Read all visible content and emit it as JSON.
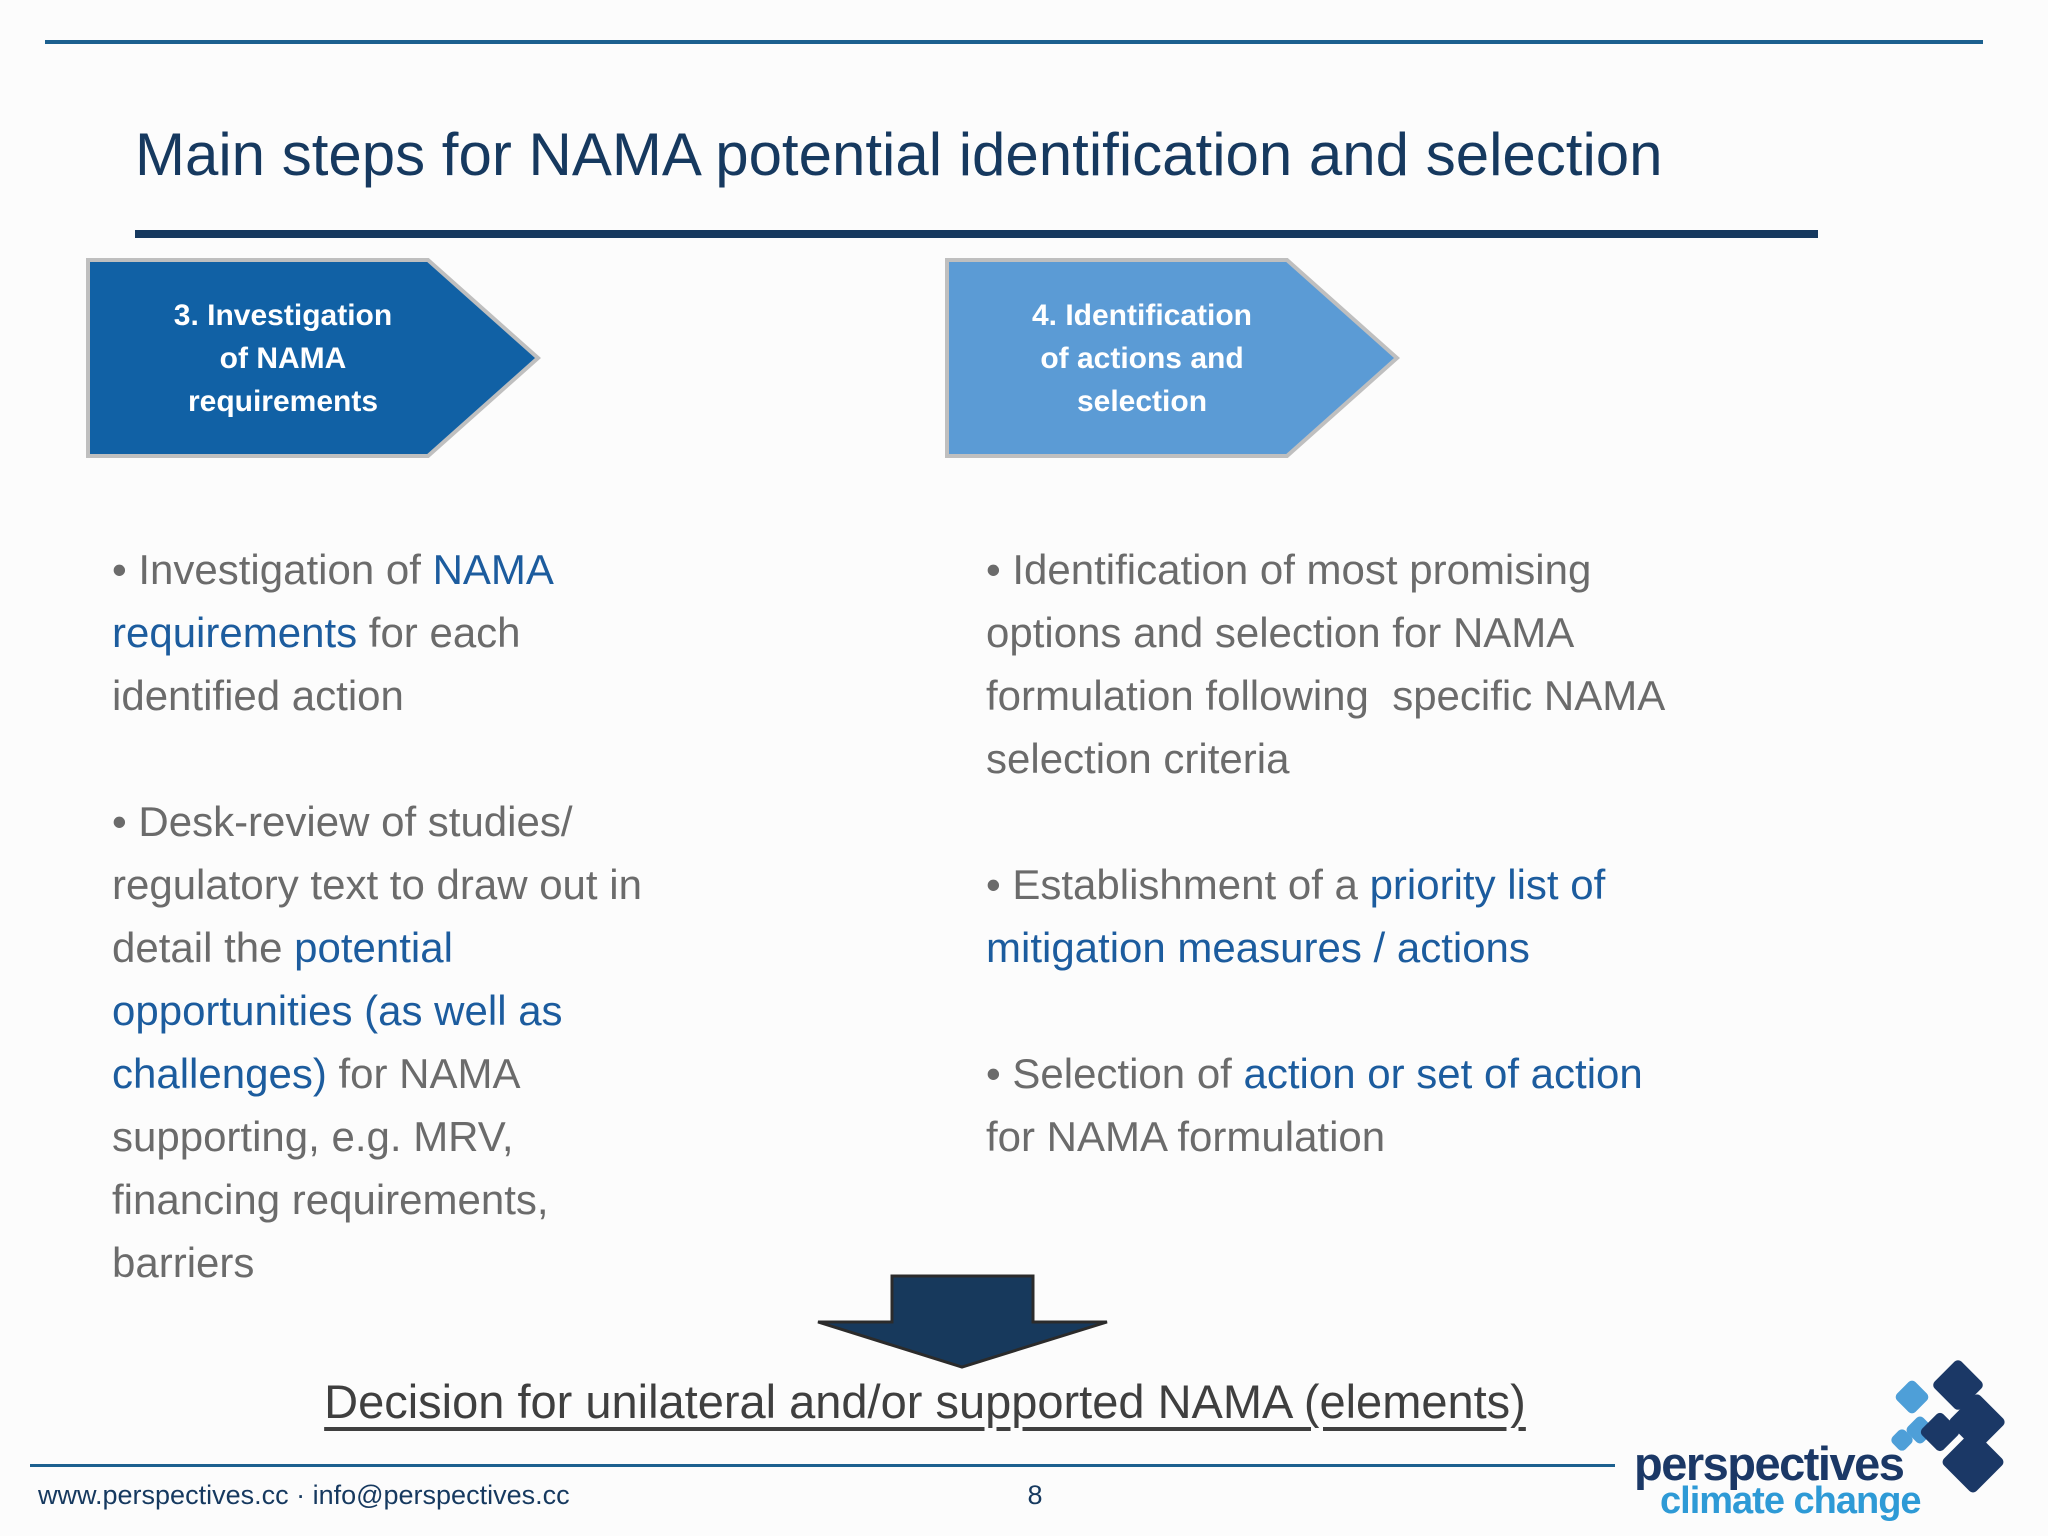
{
  "colors": {
    "navy": "#16395F",
    "rule_blue": "#1C608F",
    "arrow_step3_fill": "#1161A5",
    "arrow_step4_fill": "#5B9BD5",
    "arrow_border": "#BFBFBF",
    "body_gray": "#6B6B6B",
    "body_blue": "#1C5C9E",
    "decision_text": "#3F3F3F",
    "down_arrow_fill": "#17395C",
    "logo_navy": "#1B3866",
    "logo_blue": "#2E9AD6"
  },
  "title": "Main steps for NAMA potential identification and selection",
  "arrows": [
    {
      "label": "3. Investigation\nof NAMA\nrequirements"
    },
    {
      "label": "4. Identification\nof actions and\nselection"
    }
  ],
  "content": {
    "bullet_char": "• ",
    "left_column": {
      "bullets": [
        {
          "segments": [
            {
              "text": "Investigation of ",
              "color": "gray"
            },
            {
              "text": "NAMA\nrequirements",
              "color": "blue"
            },
            {
              "text": " for each\nidentified action",
              "color": "gray"
            }
          ]
        },
        {
          "segments": [
            {
              "text": "Desk-review of studies/\nregulatory text to draw out in\ndetail the ",
              "color": "gray"
            },
            {
              "text": "potential\nopportunities (as well as\nchallenges)",
              "color": "blue"
            },
            {
              "text": " for NAMA\nsupporting, e.g. MRV,\nfinancing requirements,\nbarriers",
              "color": "gray"
            }
          ]
        }
      ]
    },
    "right_column": {
      "bullets": [
        {
          "segments": [
            {
              "text": "Identification of most promising\noptions and selection for NAMA\nformulation following  specific NAMA\nselection criteria",
              "color": "gray"
            }
          ]
        },
        {
          "segments": [
            {
              "text": "Establishment of a ",
              "color": "gray"
            },
            {
              "text": "priority list of\nmitigation measures / actions",
              "color": "blue"
            }
          ]
        },
        {
          "segments": [
            {
              "text": "Selection of ",
              "color": "gray"
            },
            {
              "text": "action or set of action",
              "color": "blue"
            },
            {
              "text": "\nfor NAMA formulation",
              "color": "gray"
            }
          ]
        }
      ]
    }
  },
  "decision_banner": "Decision for unilateral and/or supported NAMA (elements)",
  "footer": {
    "contact": "www.perspectives.cc · info@perspectives.cc",
    "page_number": "8"
  },
  "logo": {
    "name": "perspectives",
    "tagline": "climate change"
  }
}
